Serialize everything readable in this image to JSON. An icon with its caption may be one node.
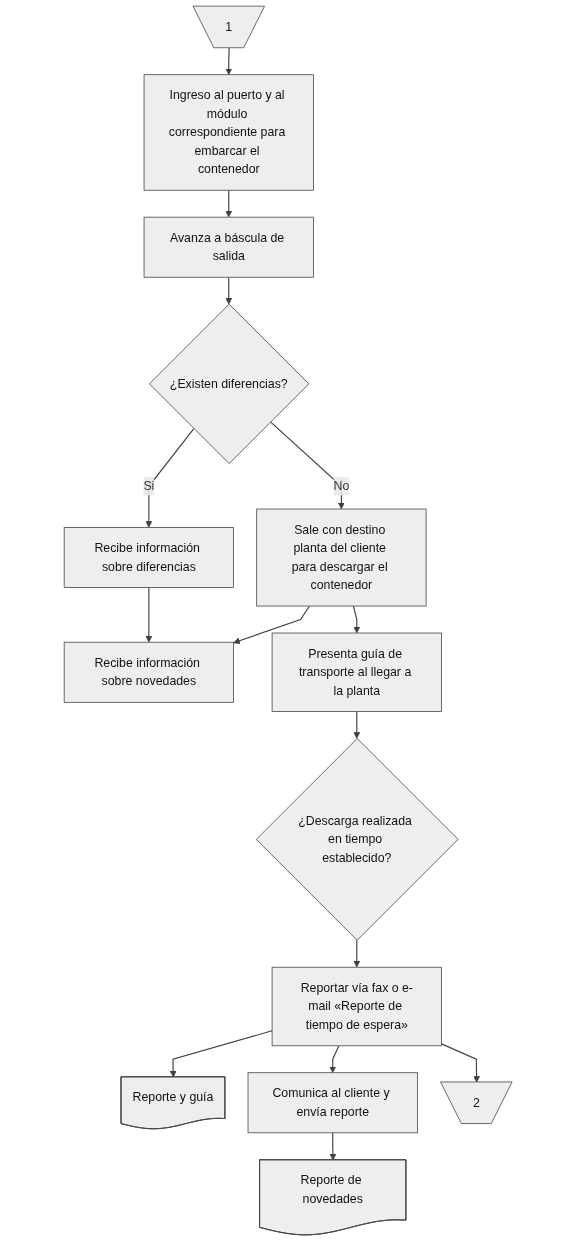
{
  "diagram": {
    "nodes": [
      {
        "text": [
          "1"
        ]
      },
      {
        "text": [
          "Ingreso al puerto y al módulo correspondiente para embarcar el contenedor"
        ]
      },
      {
        "text": [
          "Avanza a báscula de salida"
        ]
      },
      {
        "text": [
          "¿Existen diferencias?"
        ]
      },
      {
        "text": [
          "Recibe información sobre diferencias"
        ]
      },
      {
        "text": [
          "Sale con destino planta del cliente para descargar el contenedor"
        ]
      },
      {
        "text": [
          "Recibe información sobre novedades"
        ]
      },
      {
        "text": [
          "Presenta guía de transporte al llegar a la planta"
        ]
      },
      {
        "text": [
          "¿Descarga realizada en tiempo establecido?"
        ]
      },
      {
        "text": [
          "Reporte y guía"
        ]
      },
      {
        "text": [
          "Comunica al cliente y envía reporte"
        ]
      },
      {
        "text": [
          "Reportar vía fax o e-mail «Reporte de tiempo de espera»"
        ]
      },
      {
        "text": [
          "Reporte de novedades"
        ]
      },
      {
        "text": [
          "2"
        ]
      }
    ],
    "edges": [
      {
        "from": 0,
        "to": 1,
        "arrow": "to"
      },
      {
        "from": 1,
        "to": 2,
        "arrow": "to"
      },
      {
        "from": 2,
        "to": 3,
        "arrow": "to"
      },
      {
        "from": 3,
        "to": 4,
        "arrow": "to",
        "label": "Si"
      },
      {
        "from": 3,
        "to": 5,
        "arrow": "to",
        "label": "No"
      },
      {
        "from": 4,
        "to": 6,
        "arrow": "to"
      },
      {
        "from": 5,
        "to": 6,
        "arrow": "to"
      },
      {
        "from": 5,
        "to": 7,
        "arrow": "to"
      },
      {
        "from": 7,
        "to": 8,
        "arrow": "to"
      },
      {
        "from": 8,
        "to": 11,
        "arrow": "to"
      },
      {
        "from": 11,
        "to": 9,
        "arrow": "to"
      },
      {
        "from": 11,
        "to": 10,
        "arrow": "to"
      },
      {
        "from": 10,
        "to": 12,
        "arrow": "to"
      },
      {
        "from": 11,
        "to": 13,
        "arrow": "to"
      }
    ]
  }
}
